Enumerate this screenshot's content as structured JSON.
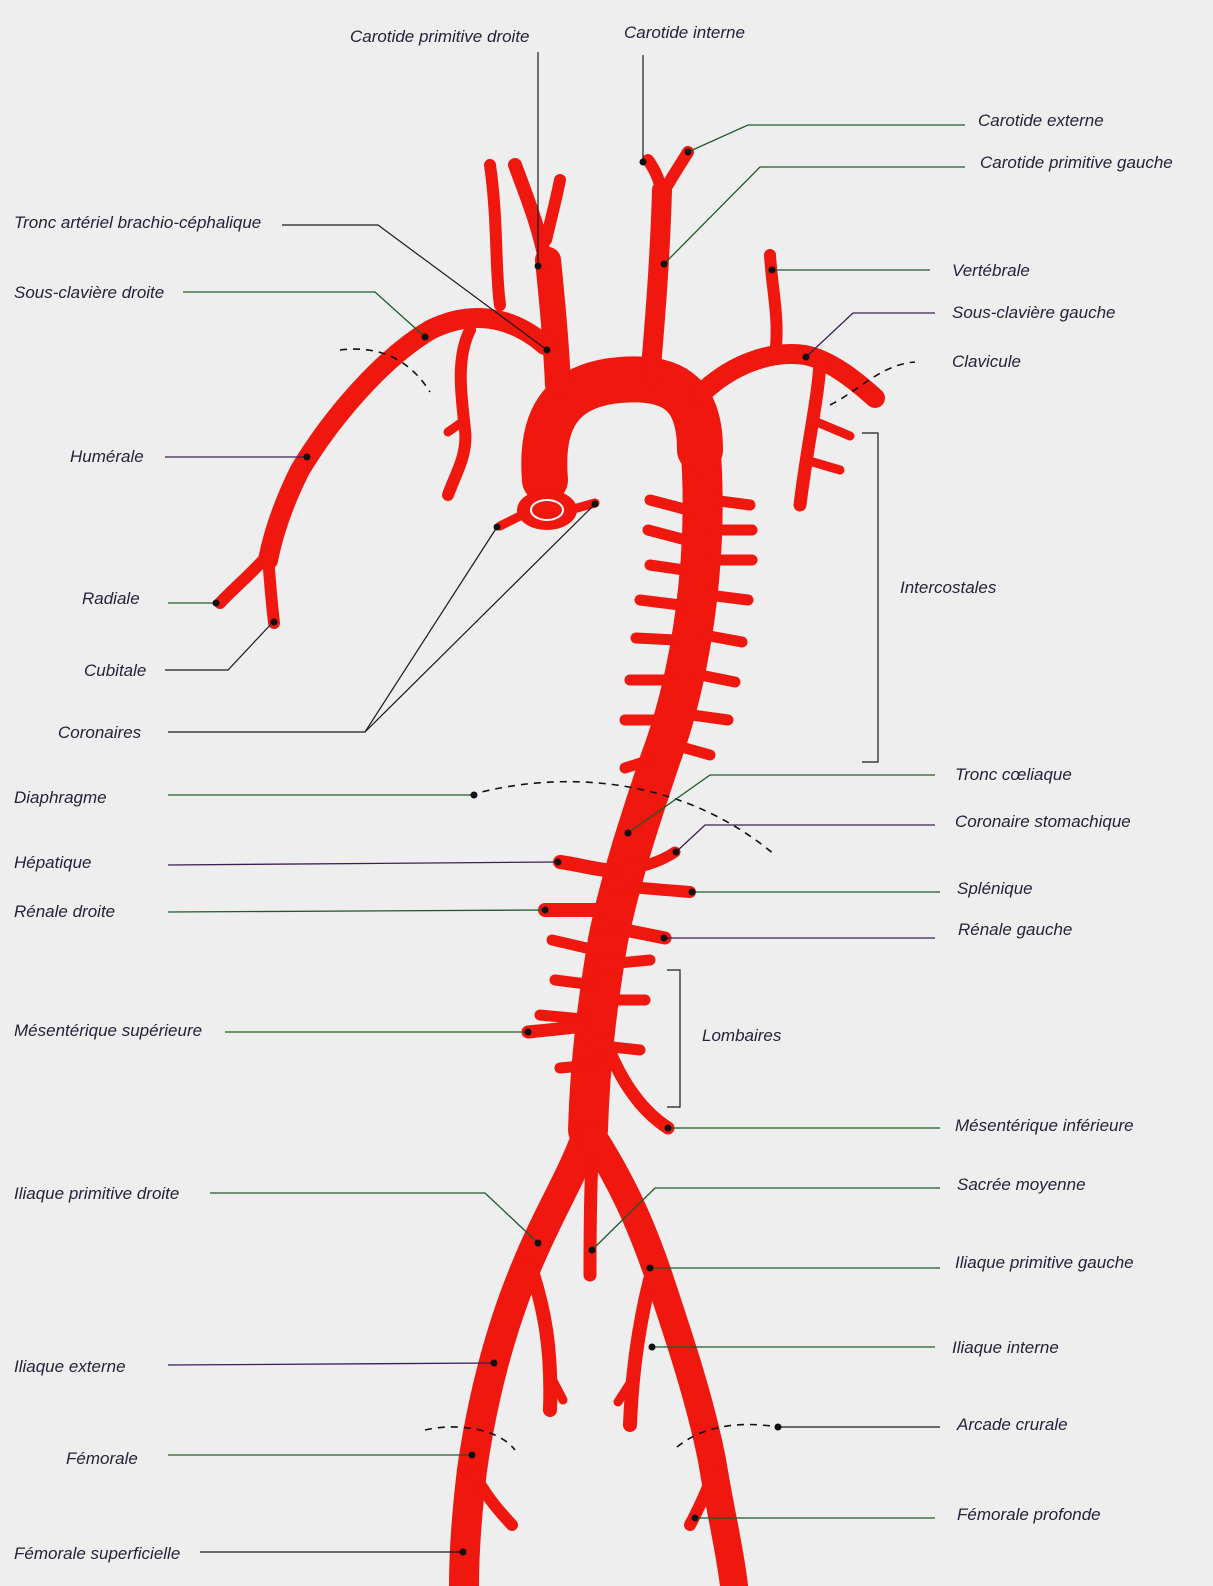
{
  "labels": {
    "carotide_primitive_droite": "Carotide primitive droite",
    "carotide_interne": "Carotide interne",
    "carotide_externe": "Carotide externe",
    "carotide_primitive_gauche": "Carotide primitive gauche",
    "tronc_brachio_cephalique": "Tronc artériel brachio-céphalique",
    "vertebrale": "Vertébrale",
    "sous_claviere_droite": "Sous-clavière droite",
    "sous_claviere_gauche": "Sous-clavière gauche",
    "clavicule": "Clavicule",
    "humerale": "Humérale",
    "intercostales": "Intercostales",
    "radiale": "Radiale",
    "cubitale": "Cubitale",
    "coronaires": "Coronaires",
    "tronc_coeliaque": "Tronc cœliaque",
    "diaphragme": "Diaphragme",
    "coronaire_stomachique": "Coronaire stomachique",
    "hepatique": "Hépatique",
    "splenique": "Splénique",
    "renale_droite": "Rénale droite",
    "renale_gauche": "Rénale gauche",
    "lombaires": "Lombaires",
    "mesenterique_superieure": "Mésentérique supérieure",
    "mesenterique_inferieure": "Mésentérique inférieure",
    "iliaque_primitive_droite": "Iliaque primitive droite",
    "sacree_moyenne": "Sacrée moyenne",
    "iliaque_primitive_gauche": "Iliaque primitive gauche",
    "iliaque_interne": "Iliaque interne",
    "iliaque_externe": "Iliaque externe",
    "arcade_crurale": "Arcade crurale",
    "femorale": "Fémorale",
    "femorale_profonde": "Fémorale profonde",
    "femorale_superficielle": "Fémorale superficielle"
  },
  "colors": {
    "artery": "#f0170f",
    "background": "#eeeeee",
    "text": "#23233a"
  }
}
